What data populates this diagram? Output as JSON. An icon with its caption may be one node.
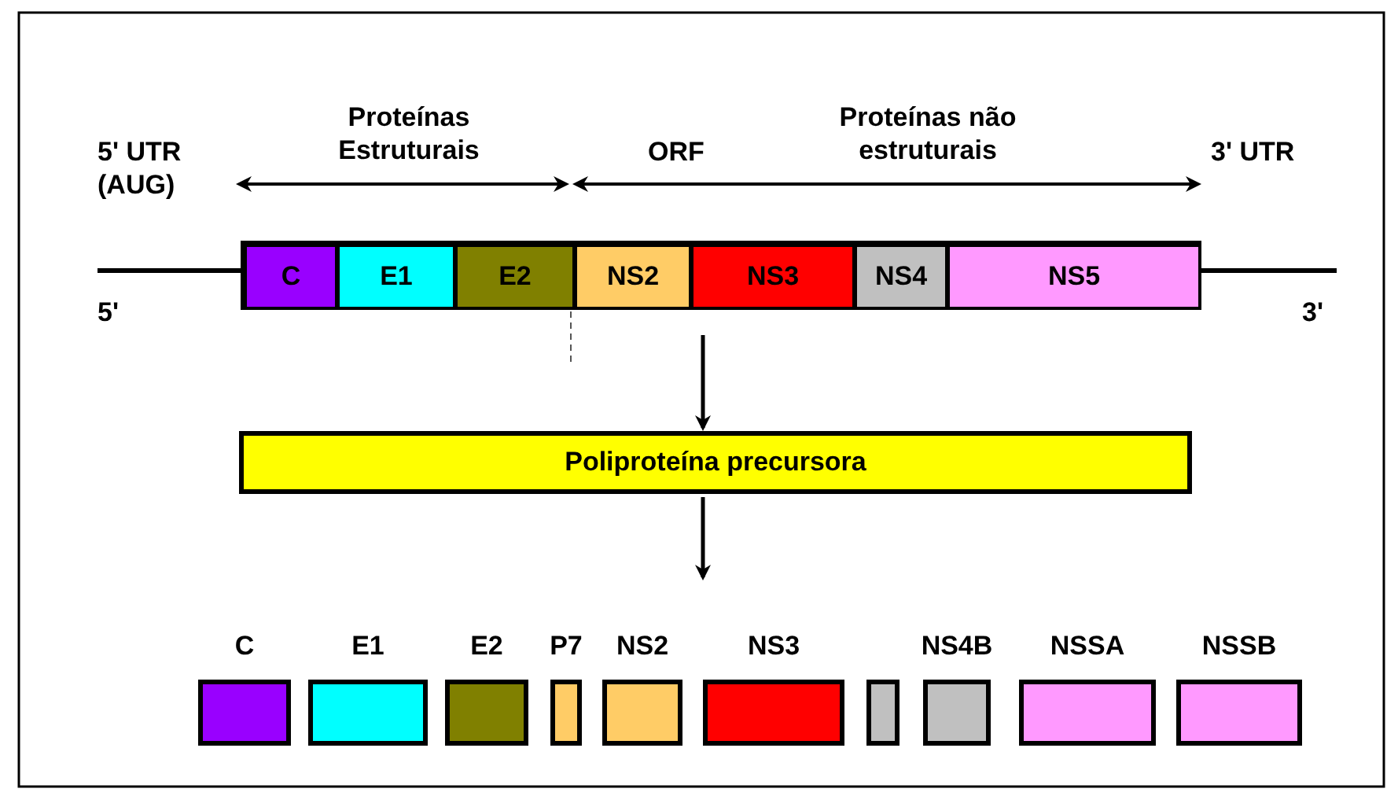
{
  "diagram": {
    "nodes": [
      {
        "text": [],
        "shape": "bar"
      },
      {
        "text": [
          "C"
        ],
        "in": 0
      },
      {
        "text": [
          "E1"
        ],
        "in": 0
      },
      {
        "text": [
          "E2"
        ],
        "in": 0
      },
      {
        "text": [
          "NS2"
        ],
        "in": 0
      },
      {
        "text": [
          "NS3"
        ],
        "in": 0
      },
      {
        "text": [
          "NS4"
        ],
        "in": 0
      },
      {
        "text": [
          "NS5"
        ],
        "in": 0
      },
      {
        "text": [
          "Poliproteína precursora"
        ]
      },
      {
        "text": [],
        "shape": "box",
        "beside": [
          "C"
        ]
      },
      {
        "text": [],
        "shape": "box",
        "beside": [
          "E1"
        ]
      },
      {
        "text": [],
        "shape": "box",
        "beside": [
          "E2"
        ]
      },
      {
        "text": [],
        "shape": "box",
        "beside": [
          "P7"
        ]
      },
      {
        "text": [],
        "shape": "box",
        "beside": [
          "NS2"
        ]
      },
      {
        "text": [],
        "shape": "box",
        "beside": [
          "NS3"
        ]
      },
      {
        "text": [],
        "shape": "box"
      },
      {
        "text": [],
        "shape": "box",
        "beside": [
          "NS4B"
        ]
      },
      {
        "text": [],
        "shape": "box",
        "beside": [
          "NSSA"
        ]
      },
      {
        "text": [],
        "shape": "box",
        "beside": [
          "NSSB"
        ]
      }
    ],
    "edges": [
      {
        "from": 0,
        "to": 8,
        "arrow": "to"
      },
      {
        "from": 8,
        "to": null,
        "arrow": "to"
      }
    ],
    "labels": [
      "Proteínas Estruturais",
      "ORF",
      "Proteínas não estruturais",
      "5' UTR (AUG)",
      "3' UTR",
      "5'",
      "3'"
    ]
  }
}
